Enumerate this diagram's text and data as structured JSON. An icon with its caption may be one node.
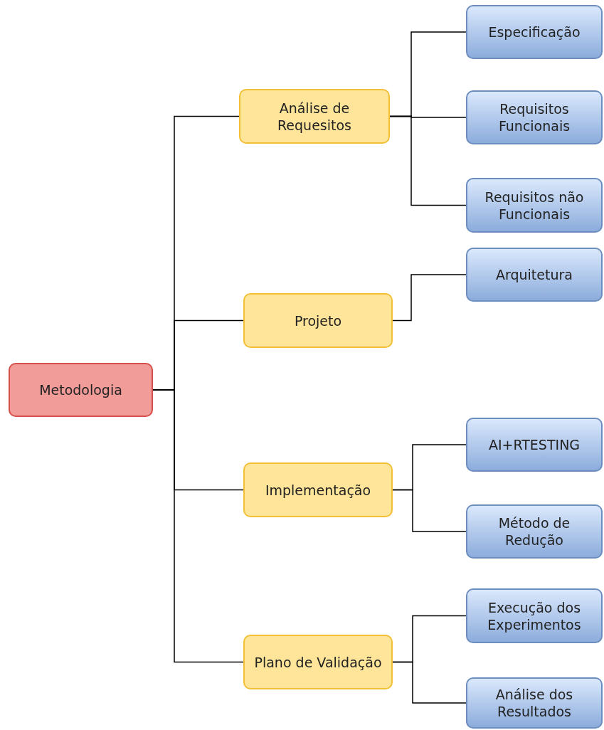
{
  "diagram": {
    "nodes": [
      {
        "text": [
          "Metodologia"
        ]
      },
      {
        "text": [
          "Análise de Requesitos"
        ]
      },
      {
        "text": [
          "Projeto"
        ]
      },
      {
        "text": [
          "Implementação"
        ]
      },
      {
        "text": [
          "Plano de Validação"
        ]
      },
      {
        "text": [
          "Especificação"
        ]
      },
      {
        "text": [
          "Requisitos Funcionais"
        ]
      },
      {
        "text": [
          "Requisitos não Funcionais"
        ]
      },
      {
        "text": [
          "Arquitetura"
        ]
      },
      {
        "text": [
          "AI+RTESTING"
        ]
      },
      {
        "text": [
          "Método de Redução"
        ]
      },
      {
        "text": [
          "Execução dos Experimentos"
        ]
      },
      {
        "text": [
          "Análise dos Resultados"
        ]
      }
    ],
    "edges": [
      {
        "from": 0,
        "to": 1,
        "arrow": "none"
      },
      {
        "from": 0,
        "to": 2,
        "arrow": "none"
      },
      {
        "from": 0,
        "to": 3,
        "arrow": "none"
      },
      {
        "from": 0,
        "to": 4,
        "arrow": "none"
      },
      {
        "from": 1,
        "to": 5,
        "arrow": "none"
      },
      {
        "from": 1,
        "to": 6,
        "arrow": "none"
      },
      {
        "from": 1,
        "to": 7,
        "arrow": "none"
      },
      {
        "from": 2,
        "to": 8,
        "arrow": "none"
      },
      {
        "from": 3,
        "to": 9,
        "arrow": "none"
      },
      {
        "from": 3,
        "to": 10,
        "arrow": "none"
      },
      {
        "from": 4,
        "to": 11,
        "arrow": "none"
      },
      {
        "from": 4,
        "to": 12,
        "arrow": "none"
      }
    ]
  }
}
